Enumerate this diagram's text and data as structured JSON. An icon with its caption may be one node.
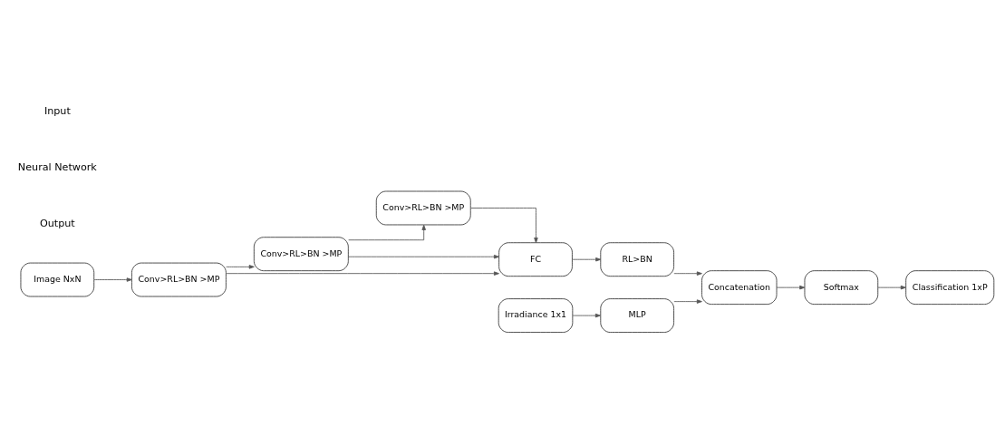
{
  "diagram": {
    "nodes": [
      {
        "text": [
          "Image NxN"
        ]
      },
      {
        "text": [
          "Conv>RL>BN >MP"
        ]
      },
      {
        "text": [
          "Conv>RL>BN >MP"
        ]
      },
      {
        "text": [
          "Conv>RL>BN >MP"
        ]
      },
      {
        "text": [
          "FC"
        ]
      },
      {
        "text": [
          "RL>BN"
        ]
      },
      {
        "text": [
          "Concatenation"
        ]
      },
      {
        "text": [
          "Softmax"
        ]
      },
      {
        "text": [
          "Classification 1xP"
        ]
      },
      {
        "text": [
          "Irradiance 1x1"
        ]
      },
      {
        "text": [
          "MLP"
        ]
      }
    ],
    "edges": [
      {
        "from": 0,
        "to": 1,
        "arrow": "to"
      },
      {
        "from": 1,
        "to": 2,
        "arrow": "to"
      },
      {
        "from": 2,
        "to": 3,
        "arrow": "to"
      },
      {
        "from": 1,
        "to": 4,
        "arrow": "to"
      },
      {
        "from": 2,
        "to": 4,
        "arrow": "to"
      },
      {
        "from": 3,
        "to": 4,
        "arrow": "to"
      },
      {
        "from": 4,
        "to": 5,
        "arrow": "to"
      },
      {
        "from": 5,
        "to": 6,
        "arrow": "to"
      },
      {
        "from": 10,
        "to": 6,
        "arrow": "to"
      },
      {
        "from": 6,
        "to": 7,
        "arrow": "to"
      },
      {
        "from": 7,
        "to": 8,
        "arrow": "to"
      },
      {
        "from": 9,
        "to": 10,
        "arrow": "to"
      }
    ],
    "labels": [
      "Input",
      "Neural Network",
      "Output"
    ]
  }
}
